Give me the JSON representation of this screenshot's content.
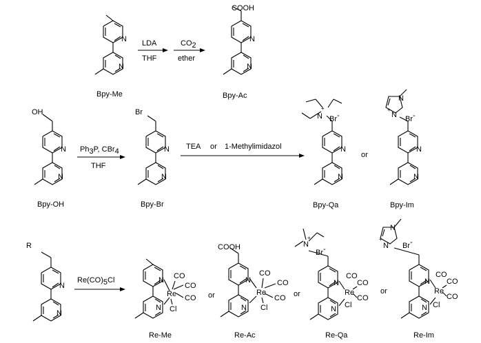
{
  "labels": {
    "bpy_me": "Bpy-Me",
    "bpy_ac": "Bpy-Ac",
    "bpy_oh": "Bpy-OH",
    "bpy_br": "Bpy-Br",
    "bpy_qa": "Bpy-Qa",
    "bpy_im": "Bpy-Im",
    "re_me": "Re-Me",
    "re_ac": "Re-Ac",
    "re_qa": "Re-Qa",
    "re_im": "Re-Im"
  },
  "reagents": {
    "r1_top": "LDA",
    "r1_bottom": "THF",
    "r2_top": "CO",
    "r2_top_sub": "2",
    "r2_bottom": "ether",
    "r3_top": "Ph",
    "r3_top_sub1": "3",
    "r3_top_mid": "P, CBr",
    "r3_top_sub2": "4",
    "r3_bottom": "THF",
    "r4_top_a": "TEA",
    "r4_top_or": "or",
    "r4_top_b": "1-Methylimidazol",
    "r5_top": "Re(CO)",
    "r5_top_sub": "5",
    "r5_top_end": "Cl"
  },
  "atoms": {
    "N": "N",
    "COOH": "COOH",
    "OH": "OH",
    "Br": "Br",
    "Br_anion": "Br",
    "plus": "+",
    "minus": "-",
    "R": "R",
    "Re": "Re",
    "CO": "CO",
    "Cl": "Cl",
    "methyl": "/"
  },
  "connectors": {
    "or": "or"
  }
}
